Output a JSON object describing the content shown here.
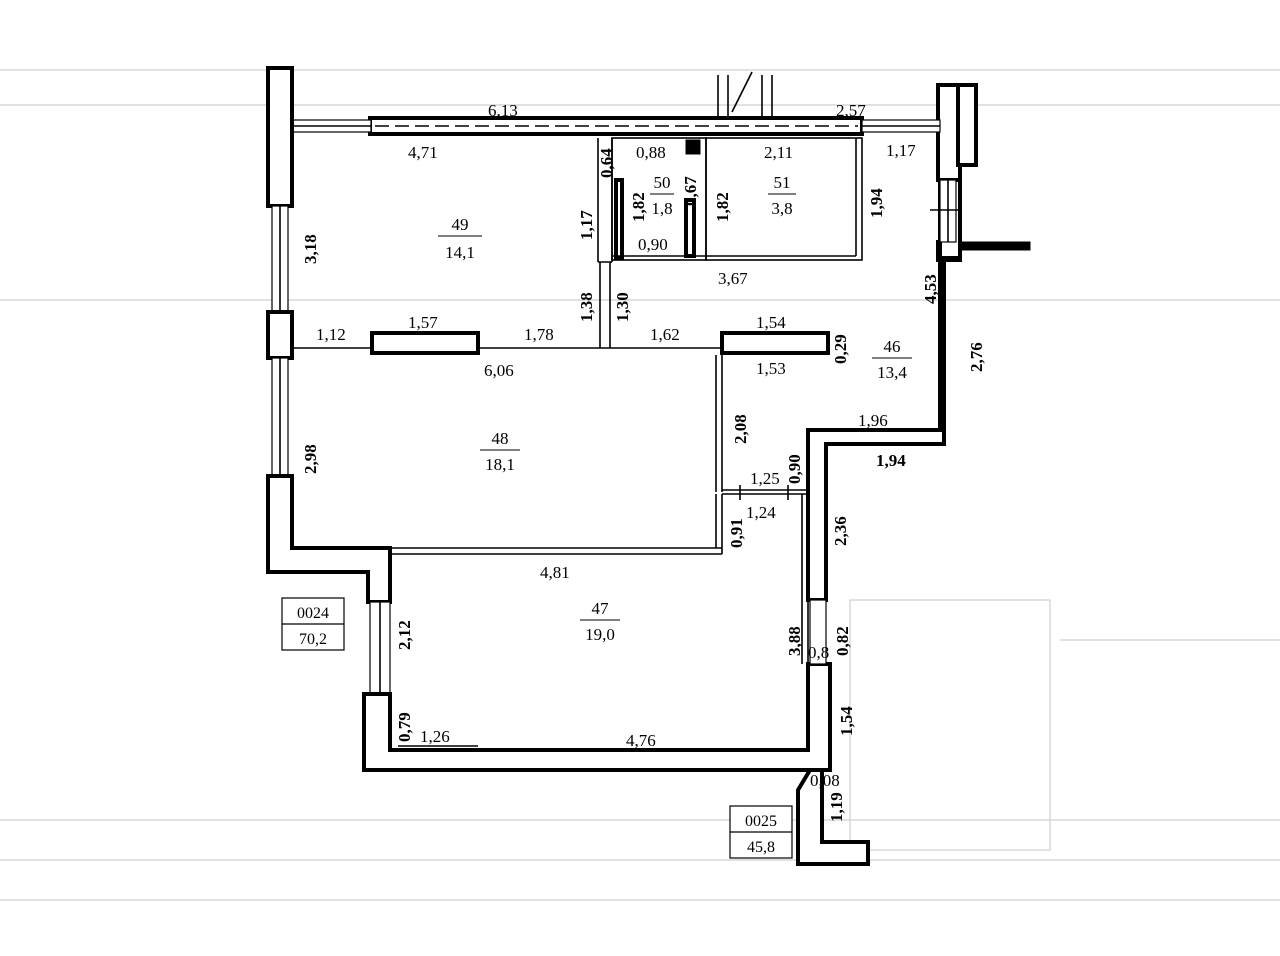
{
  "rooms": [
    {
      "num": "49",
      "area": "14,1"
    },
    {
      "num": "50",
      "area": "1,8"
    },
    {
      "num": "51",
      "area": "3,8"
    },
    {
      "num": "48",
      "area": "18,1"
    },
    {
      "num": "47",
      "area": "19,0"
    },
    {
      "num": "46",
      "area": "13,4"
    }
  ],
  "apartments": [
    {
      "num": "0024",
      "area": "70,2"
    },
    {
      "num": "0025",
      "area": "45,8"
    }
  ],
  "dims": {
    "d613": "6,13",
    "d471": "4,71",
    "d257": "2,57",
    "d117a": "1,17",
    "d064": "0,64",
    "d088": "0,88",
    "d211": "2,11",
    "d067": "0,67",
    "d182a": "1,82",
    "d182b": "1,82",
    "d194a": "1,94",
    "d117b": "1,17",
    "d090a": "0,90",
    "d367": "3,67",
    "d318": "3,18",
    "d453": "4,53",
    "d138": "1,38",
    "d130": "1,30",
    "d112": "1,12",
    "d157": "1,57",
    "d178": "1,78",
    "d162": "1,62",
    "d154a": "1,54",
    "d029": "0,29",
    "d606": "6,06",
    "d153": "1,53",
    "d276": "2,76",
    "d298": "2,98",
    "d208": "2,08",
    "d196": "1,96",
    "d194b": "1,94",
    "d090b": "0,90",
    "d125": "1,25",
    "d124": "1,24",
    "d091": "0,91",
    "d236": "2,36",
    "d481": "4,81",
    "d212": "2,12",
    "d388": "3,88",
    "d082": "0,82",
    "d08x": "0,8",
    "d079": "0,79",
    "d126": "1,26",
    "d476": "4,76",
    "d154b": "1,54",
    "d008": "0,08",
    "d119": "1,19"
  }
}
